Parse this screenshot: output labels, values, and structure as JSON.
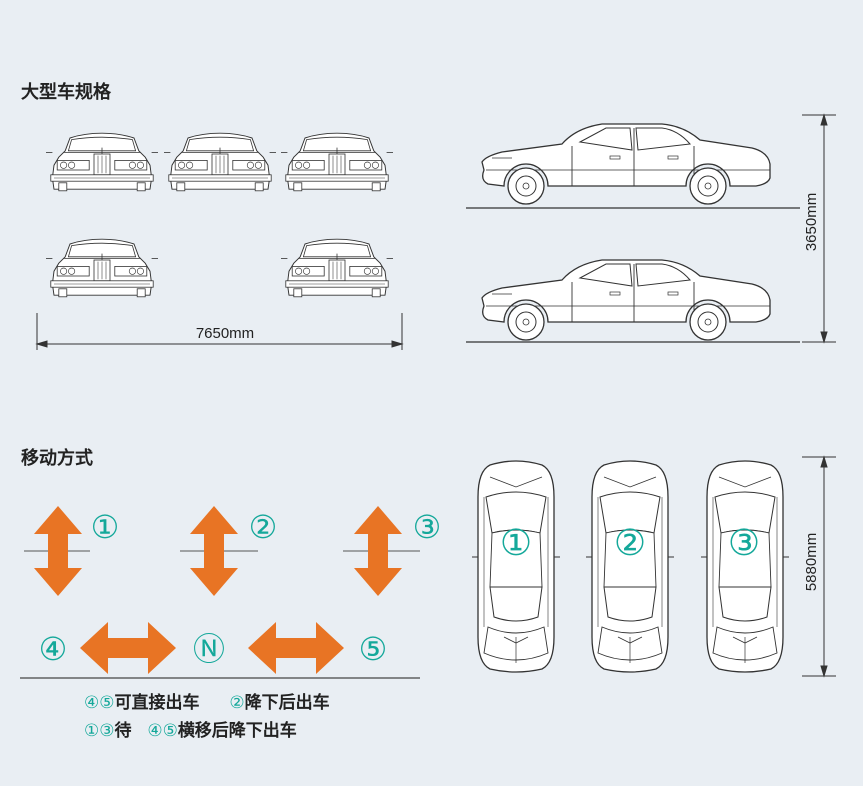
{
  "sections": {
    "spec_title": "大型车规格",
    "movement_title": "移动方式"
  },
  "dimensions": {
    "width_label": "7650mm",
    "height_label": "3650mm",
    "length_label": "5880mm"
  },
  "markers": {
    "m1": "①",
    "m2": "②",
    "m3": "③",
    "m4": "④",
    "m5": "⑤",
    "mN": "Ⓝ"
  },
  "legend": {
    "line1_nums_a": "④⑤",
    "line1_text_a": "可直接出车",
    "line1_nums_b": "②",
    "line1_text_b": "降下后出车",
    "line2_nums_a": "①③",
    "line2_text_a": "待",
    "line2_nums_b": "④⑤",
    "line2_text_b": "横移后降下出车"
  },
  "colors": {
    "arrow": "#e87424",
    "teal": "#14a89a",
    "line": "#444444",
    "background": "#e9eef3"
  }
}
